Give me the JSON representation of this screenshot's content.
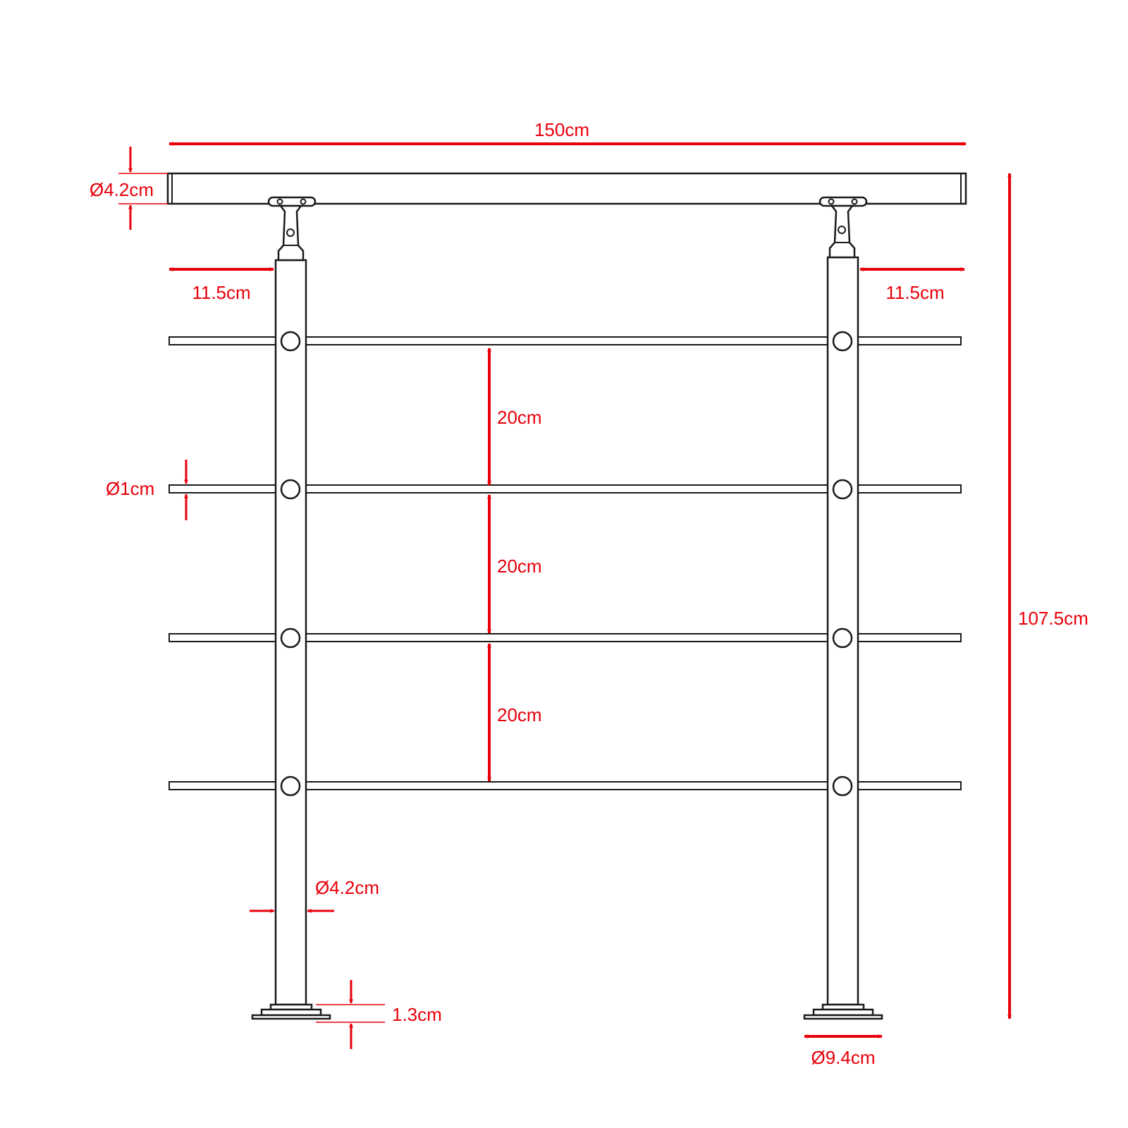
{
  "colors": {
    "dimension": "#e8000b",
    "outline": "#1a1a1a",
    "background": "#ffffff"
  },
  "dimensions": {
    "total_width": "150cm",
    "handrail_diameter": "Ø4.2cm",
    "left_overhang": "11.5cm",
    "right_overhang": "11.5cm",
    "rod_spacing_1": "20cm",
    "rod_spacing_2": "20cm",
    "rod_spacing_3": "20cm",
    "rod_diameter": "Ø1cm",
    "total_height": "107.5cm",
    "post_diameter": "Ø4.2cm",
    "base_thickness": "1.3cm",
    "base_diameter": "Ø9.4cm"
  }
}
